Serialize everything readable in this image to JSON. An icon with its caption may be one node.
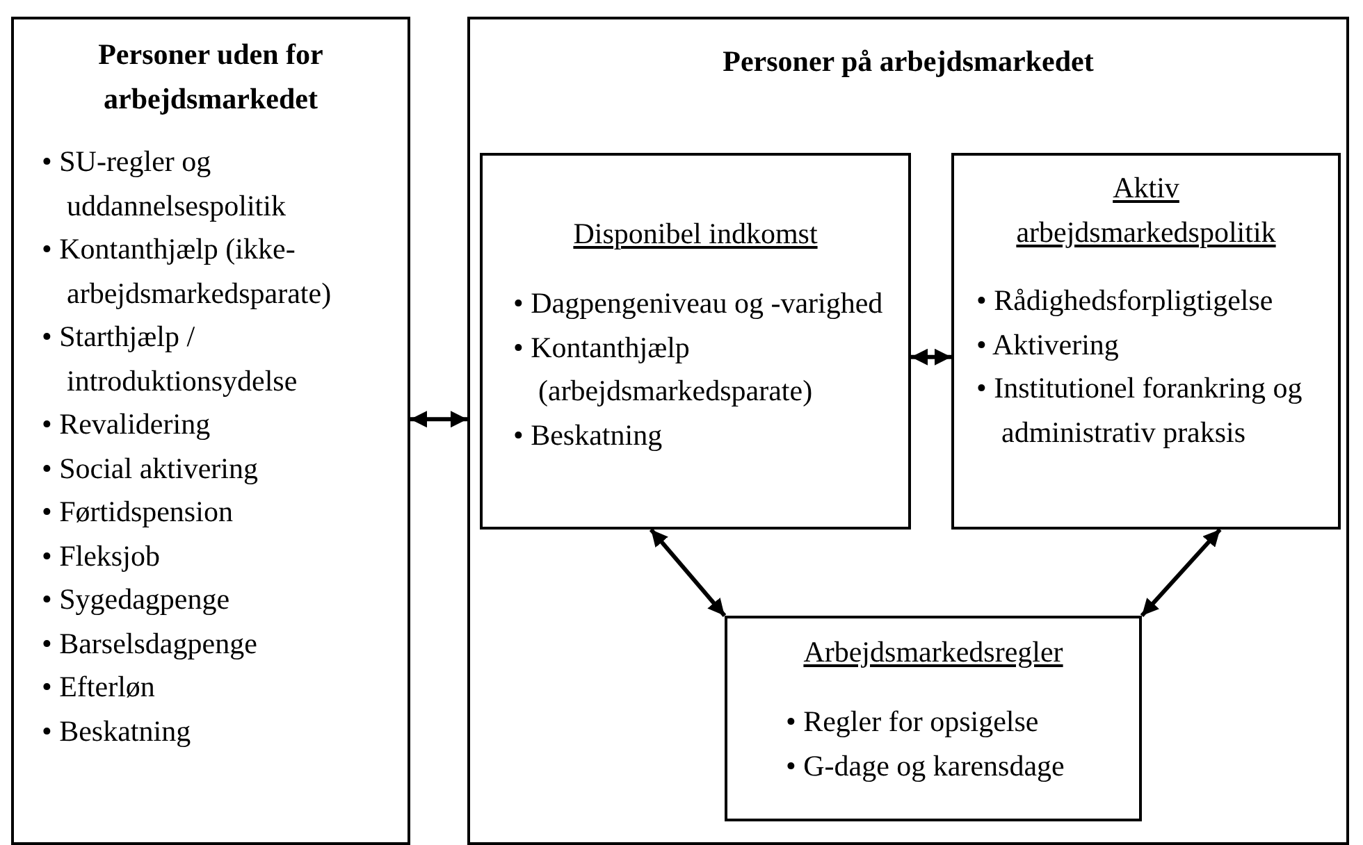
{
  "diagram": {
    "nodes": [
      {
        "text": [
          "Personer uden for arbejdsmarkedet",
          "• SU-regler og uddannelsespolitik",
          "• Kontanthjælp (ikke-arbejdsmarkedsparate)",
          "• Starthjælp / introduktionsydelse",
          "• Revalidering",
          "• Social aktivering",
          "• Førtidspension",
          "• Fleksjob",
          "• Sygedagpenge",
          "• Barselsdagpenge",
          "• Efterløn",
          "• Beskatning"
        ]
      },
      {
        "text": [
          "Personer på arbejdsmarkedet"
        ]
      },
      {
        "text": [
          "Disponibel indkomst",
          "• Dagpengeniveau og -varighed",
          "• Kontanthjælp (arbejdsmarkedsparate)",
          "• Beskatning"
        ],
        "in": 1
      },
      {
        "text": [
          "Aktiv arbejdsmarkedspolitik",
          "• Rådighedsforpligtigelse",
          "• Aktivering",
          "• Institutionel forankring og administrativ praksis"
        ],
        "in": 1
      },
      {
        "text": [
          "Arbejdsmarkedsregler",
          "• Regler for opsigelse",
          "• G-dage og karensdage"
        ],
        "in": 1
      }
    ],
    "edges": [
      {
        "from": 0,
        "to": 1,
        "arrow": "both"
      },
      {
        "from": 2,
        "to": 3,
        "arrow": "both"
      },
      {
        "from": 2,
        "to": 4,
        "arrow": "both"
      },
      {
        "from": 3,
        "to": 4,
        "arrow": "both"
      }
    ]
  }
}
